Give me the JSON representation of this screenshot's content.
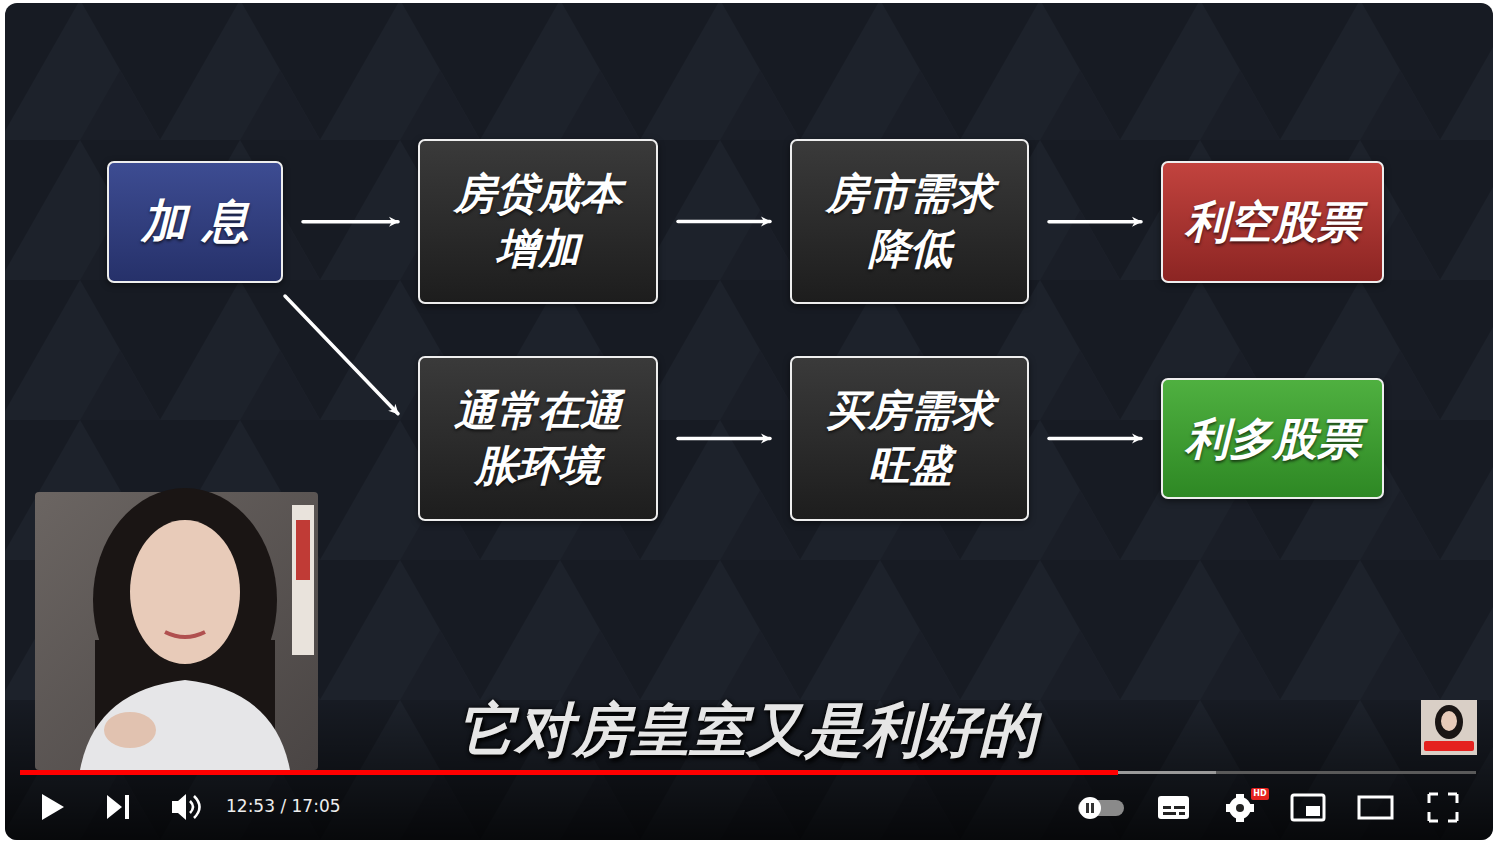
{
  "diagram": {
    "nodes": [
      {
        "text": [
          "加 息"
        ]
      },
      {
        "text": [
          "房贷成本 增加"
        ]
      },
      {
        "text": [
          "房市需求 降低"
        ]
      },
      {
        "text": [
          "利空股票"
        ]
      },
      {
        "text": [
          "通常在通 胀环境"
        ]
      },
      {
        "text": [
          "买房需求 旺盛"
        ]
      },
      {
        "text": [
          "利多股票"
        ]
      }
    ],
    "edges": [
      {
        "from": 0,
        "to": 1,
        "arrow": "to"
      },
      {
        "from": 1,
        "to": 2,
        "arrow": "to"
      },
      {
        "from": 2,
        "to": 3,
        "arrow": "to"
      },
      {
        "from": 0,
        "to": 4,
        "arrow": "to"
      },
      {
        "from": 4,
        "to": 5,
        "arrow": "to"
      },
      {
        "from": 5,
        "to": 6,
        "arrow": "to"
      }
    ],
    "labels": [
      "它对房皇室又是利好的",
      "12:53 / 17:05",
      "HD"
    ]
  }
}
